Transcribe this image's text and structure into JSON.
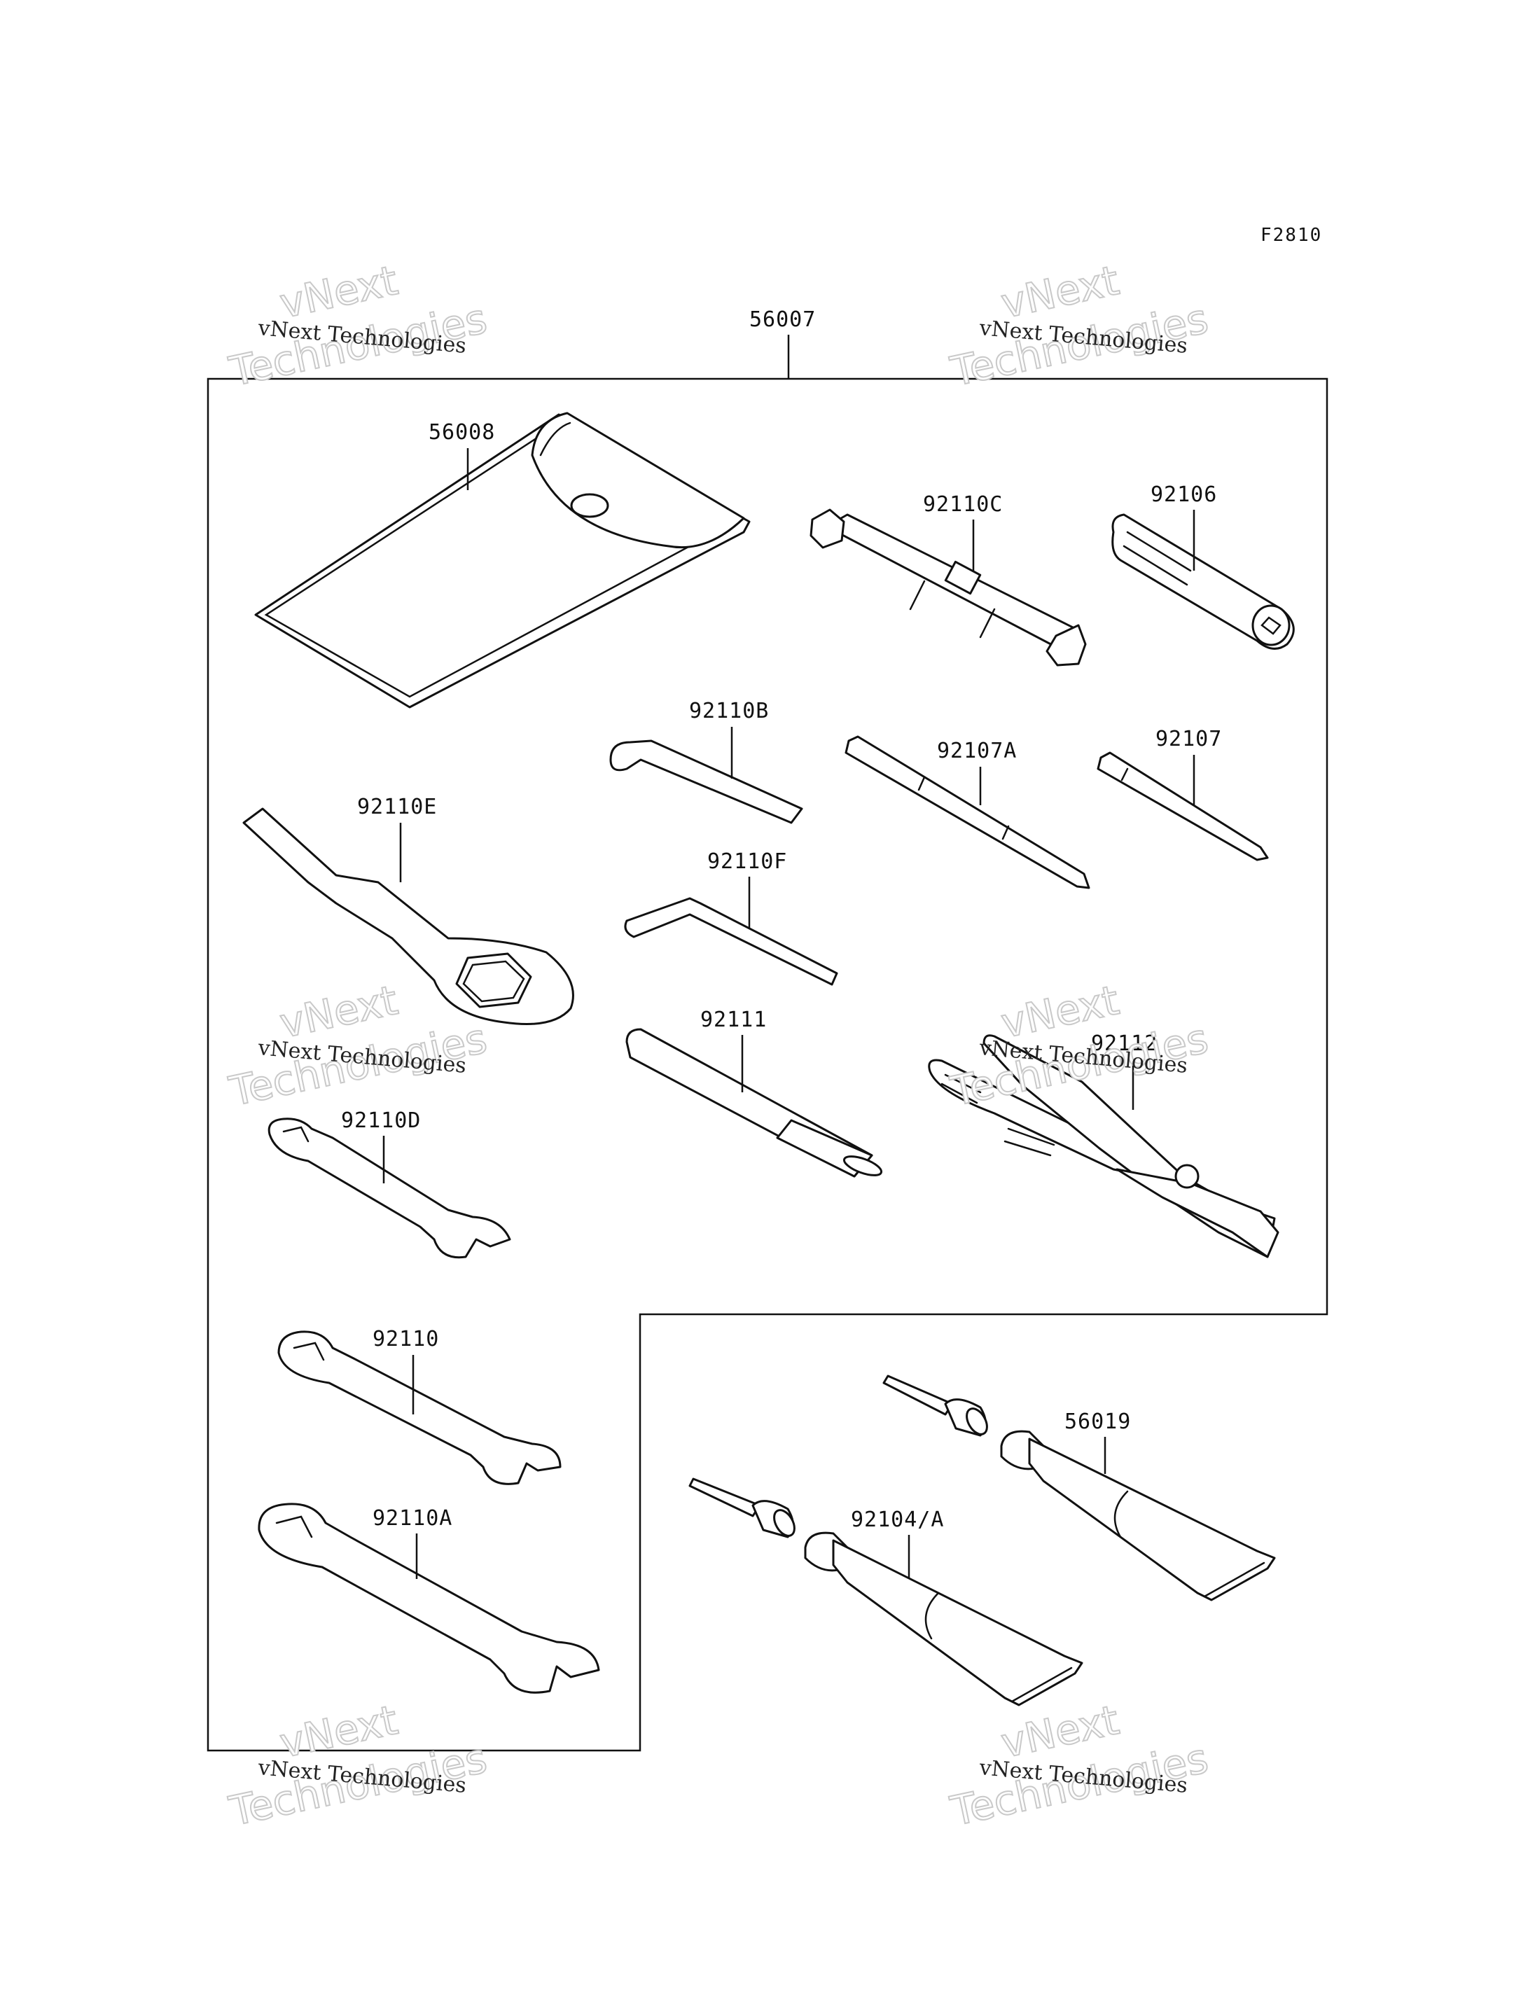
{
  "figure_id": "F2810",
  "kit_part": "56007",
  "parts": [
    {
      "id": "56008"
    },
    {
      "id": "92110C"
    },
    {
      "id": "92106"
    },
    {
      "id": "92110B"
    },
    {
      "id": "92107A"
    },
    {
      "id": "92107"
    },
    {
      "id": "92110E"
    },
    {
      "id": "92110F"
    },
    {
      "id": "92111"
    },
    {
      "id": "92112"
    },
    {
      "id": "92110D"
    },
    {
      "id": "92110"
    },
    {
      "id": "92110A"
    },
    {
      "id": "56019"
    },
    {
      "id": "92104/A"
    }
  ],
  "watermark": {
    "line": "vNext Technologies",
    "word1": "vNext",
    "word2": "Technologies"
  }
}
